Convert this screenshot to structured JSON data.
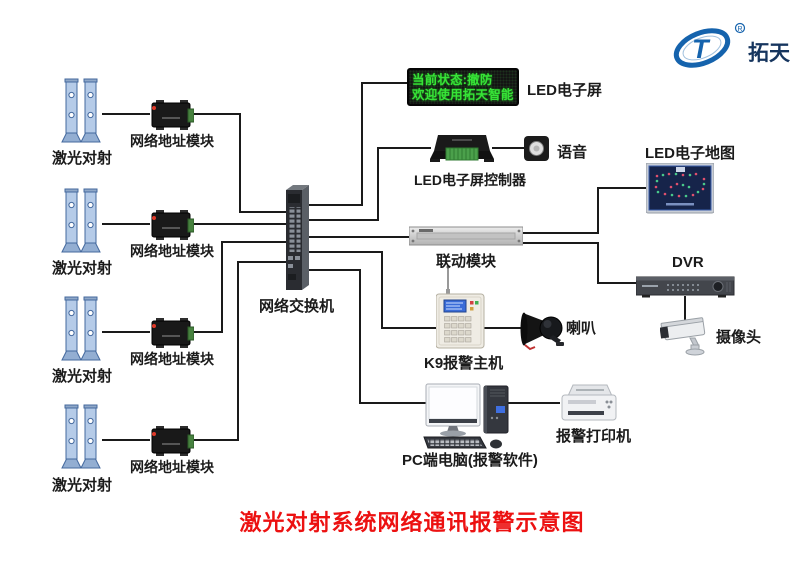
{
  "logo": {
    "brand": "拓天",
    "registered": "®"
  },
  "title": "激光对射系统网络通讯报警示意图",
  "led_screen": {
    "line1": "当前状态:撤防",
    "line2": "欢迎使用拓天智能",
    "label": "LED电子屏"
  },
  "controller": {
    "label": "LED电子屏控制器"
  },
  "voice": {
    "label": "语音"
  },
  "linkage": {
    "label": "联动模块"
  },
  "map": {
    "label": "LED电子地图"
  },
  "dvr": {
    "label": "DVR"
  },
  "camera": {
    "label": "摄像头"
  },
  "k9": {
    "label": "K9报警主机"
  },
  "horn": {
    "label": "喇叭"
  },
  "pc": {
    "label": "PC端电脑(报警软件)"
  },
  "printer": {
    "label": "报警打印机"
  },
  "switch": {
    "label": "网络交换机"
  },
  "laser_groups": [
    {
      "laser_label": "激光对射",
      "module_label": "网络地址模块"
    },
    {
      "laser_label": "激光对射",
      "module_label": "网络地址模块"
    },
    {
      "laser_label": "激光对射",
      "module_label": "网络地址模块"
    },
    {
      "laser_label": "激光对射",
      "module_label": "网络地址模块"
    }
  ],
  "colors": {
    "line": "#1a1a1a",
    "title_red": "#ec1111",
    "led_green": "#37e337",
    "logo_blue": "#1563ad"
  }
}
